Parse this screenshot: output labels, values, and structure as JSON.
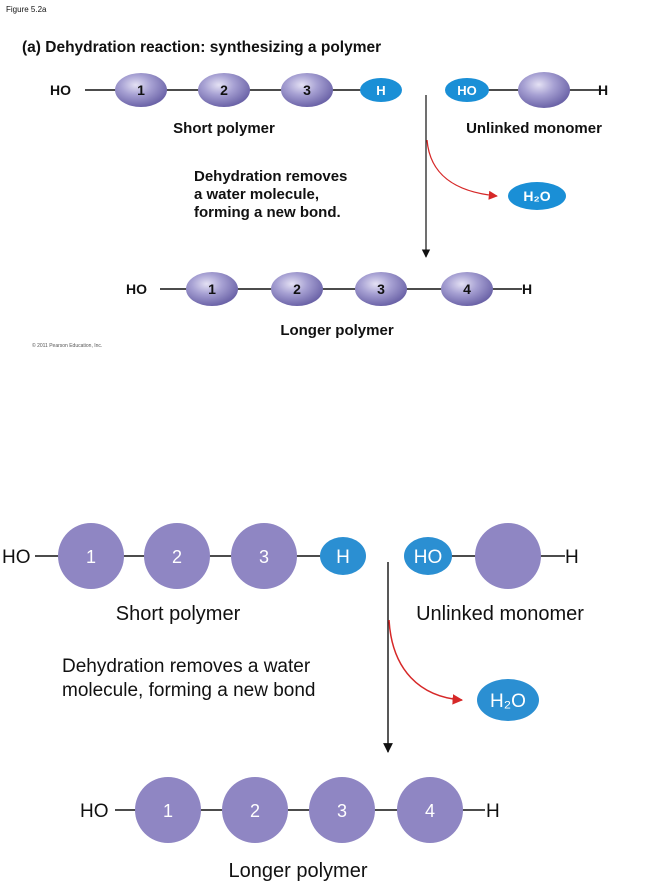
{
  "figure_label": "Figure 5.2a",
  "title": "(a) Dehydration reaction: synthesizing a polymer",
  "copyright": "© 2011 Pearson Education, Inc.",
  "colors": {
    "monomer": "#9b95c9",
    "monomer_flat": "#8f86c3",
    "ion_blue": "#1a8fd6",
    "ion_blue_flat": "#2b8fd2",
    "arrow_red": "#d62828",
    "text": "#111111"
  },
  "top": {
    "ho": "HO",
    "short_units": [
      "1",
      "2",
      "3"
    ],
    "h_end": "H",
    "short_label": "Short polymer",
    "mono_ho": "HO",
    "mono_h": "H",
    "mono_label": "Unlinked monomer",
    "desc": [
      "Dehydration removes",
      "a water molecule,",
      "forming a new bond."
    ],
    "water": "H₂O",
    "long_ho": "HO",
    "long_units": [
      "1",
      "2",
      "3",
      "4"
    ],
    "long_h": "H",
    "long_label": "Longer polymer"
  },
  "bottom": {
    "ho": "HO",
    "short_units": [
      "1",
      "2",
      "3"
    ],
    "h_end": "H",
    "short_label": "Short polymer",
    "mono_ho": "HO",
    "mono_h": "H",
    "mono_label": "Unlinked monomer",
    "desc": [
      "Dehydration removes a water",
      "molecule, forming a new bond"
    ],
    "water": "H₂O",
    "long_ho": "HO",
    "long_units": [
      "1",
      "2",
      "3",
      "4"
    ],
    "long_h": "H",
    "long_label": "Longer polymer"
  }
}
